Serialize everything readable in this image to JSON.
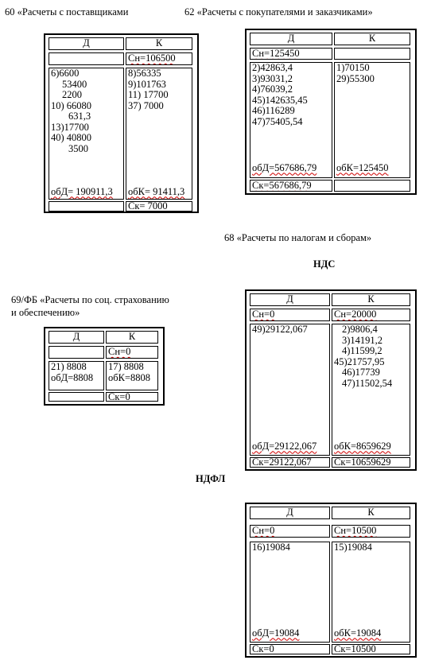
{
  "titles": {
    "acc60": "60 «Расчеты с поставщиками",
    "acc62": "62 «Расчеты с покупателями и заказчиками»",
    "acc68": "68 «Расчеты по налогам и сборам»",
    "acc68_vat": "НДС",
    "acc69_line1": "69/ФБ «Расчеты по соц. страхованию",
    "acc69_line2": "и обеспечению»",
    "acc68_pit": "НДФЛ"
  },
  "headers": {
    "debit": "Д",
    "credit": "К"
  },
  "acc60": {
    "open_debit": "",
    "open_credit": "Сн=106500",
    "debit_entries": [
      "6)6600",
      "53400",
      "2200",
      "10) 66080",
      "631,3",
      "13)17700",
      "40) 40800",
      "3500"
    ],
    "debit_indent": [
      false,
      true,
      true,
      false,
      true,
      false,
      false,
      true
    ],
    "credit_entries": [
      "8)56335",
      "9)101763",
      "11) 17700",
      "37) 7000"
    ],
    "turnover_debit": "обД= 190911,3",
    "turnover_credit": "обК= 91411,3",
    "close_debit": "",
    "close_credit": "Ск= 7000"
  },
  "acc62": {
    "open_debit": "Сн=125450",
    "open_credit": "",
    "debit_entries": [
      "2)42863,4",
      "3)93031,2",
      "4)76039,2",
      "45)142635,45",
      "46)116289",
      "47)75405,54"
    ],
    "credit_entries": [
      "1)70150",
      "29)55300"
    ],
    "turnover_debit": "обД=567686,79",
    "turnover_credit": "обК=125450",
    "close_debit": "Ск=567686,79",
    "close_credit": ""
  },
  "acc69": {
    "open_debit": "",
    "open_credit": "Сн=0",
    "debit_entries": [
      "21) 8808",
      "обД=8808"
    ],
    "credit_entries": [
      "17) 8808",
      "обК=8808"
    ],
    "close_debit": "",
    "close_credit": "Ск=0"
  },
  "acc68vat": {
    "open_debit": "Сн=0",
    "open_credit": "Сн=20000",
    "debit_entries": [
      "49)29122,067"
    ],
    "credit_entries": [
      "2)9806,4",
      "3)14191,2",
      "4)11599,2",
      "45)21757,95",
      "46)17739",
      "47)11502,54"
    ],
    "turnover_debit": "обД=29122,067",
    "turnover_credit": "обК=8659629",
    "close_debit": "Ск=29122,067",
    "close_credit": "Ск=10659629"
  },
  "acc68pit": {
    "open_debit": "Сн=0",
    "open_credit": "Сн=10500",
    "debit_entries": [
      "16)19084"
    ],
    "credit_entries": [
      "15)19084"
    ],
    "turnover_debit": "обД=19084",
    "turnover_credit": "обК=19084",
    "close_debit": "Ск=0",
    "close_credit": "Ск=10500"
  }
}
